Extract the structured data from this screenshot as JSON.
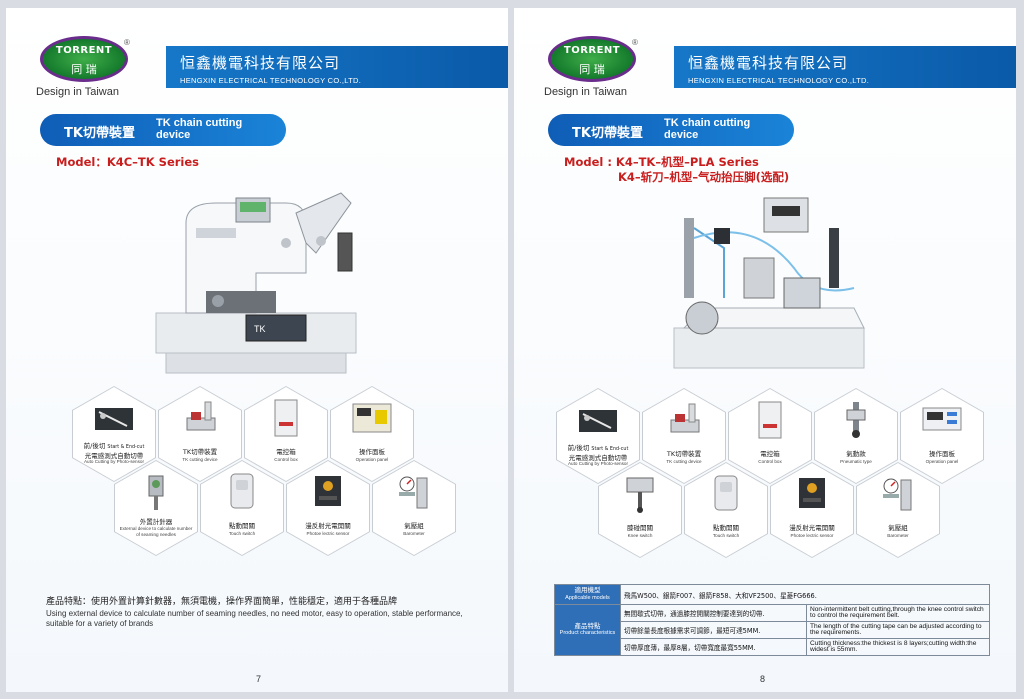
{
  "brand": {
    "logo_top": "TORRENT",
    "logo_bottom": "同  瑞",
    "registered": "®",
    "tagline": "Design in Taiwan"
  },
  "header": {
    "cn": "恒鑫機電科技有限公司",
    "en": "HENGXIN ELECTRICAL TECHNOLOGY CO.,LTD."
  },
  "left": {
    "banner_cn": "TK切帶裝置",
    "banner_en_line1": "TK chain cutting",
    "banner_en_line2": "device",
    "model": "Model：K4C–TK Series",
    "hexes": [
      {
        "cn1": "前/後切",
        "cn1b": "Start & End-cut",
        "cn2": "光電感測式自動切帶",
        "en": "Auto Cutting by Photo‑sensor"
      },
      {
        "cn1": "TK切帶裝置",
        "en": "TK cutting device"
      },
      {
        "cn1": "電控箱",
        "en": "Control box"
      },
      {
        "cn1": "操作面板",
        "en": "Operation panel"
      },
      {
        "cn1": "外置計針器",
        "en": "External device to calculate number of seaming needles"
      },
      {
        "cn1": "點動開關",
        "en": "Touch switch"
      },
      {
        "cn1": "漫反射光電開關",
        "en": "Photoe lectric sensor"
      },
      {
        "cn1": "氣壓組",
        "en": "Barometer"
      }
    ],
    "features_cn": "產品特點：使用外置計算針數器，無須電機，操作界面簡單，性能穩定，適用于各種品牌",
    "features_en": "Using external device to calculate number of seaming needles,  no need motor, easy to operation, stable performance, suitable for a variety of brands",
    "page_number": "7"
  },
  "right": {
    "banner_cn": "TK切帶裝置",
    "banner_en_line1": "TK chain cutting",
    "banner_en_line2": "device",
    "model_line1": "Model : K4–TK–机型–PLA Series",
    "model_line2": "K4–斩刀–机型–气动抬压脚(选配)",
    "hexes": [
      {
        "cn1": "前/後切",
        "cn1b": "Start & End-cut",
        "cn2": "光電感測式自動切帶",
        "en": "Auto Cutting by Photo‑sensor"
      },
      {
        "cn1": "TK切帶裝置",
        "en": "TK cutting device"
      },
      {
        "cn1": "電控箱",
        "en": "Control box"
      },
      {
        "cn1": "氣動款",
        "en": "Pneumatic type"
      },
      {
        "cn1": "操作面板",
        "en": "Operation panel"
      },
      {
        "cn1": "膝碰開關",
        "en": "Knee switch"
      },
      {
        "cn1": "點動開關",
        "en": "Touch switch"
      },
      {
        "cn1": "漫反射光電開關",
        "en": "Photoe lectric sensor"
      },
      {
        "cn1": "氣壓組",
        "en": "Barometer"
      }
    ],
    "spec": {
      "label1_cn": "適用機型",
      "label1_en": "Applicable models",
      "row1": "飛馬W500、銀箭F007、銀箭F858、大和VF2500、星菱FG666.",
      "label2_cn": "產品特點",
      "label2_en": "Product characteristics",
      "row2_cn": "無間歇式切帶，通過膝控開關控制要達到的切帶.",
      "row2_en": "Non‑intermittent belt cutting,through the knee control switch to control the requirement belt.",
      "row3_cn": "切帶餘量長度根據需求可調節，最短可達5MM.",
      "row3_en": "The length of the cutting tape can be adjusted according to the requirements.",
      "row4_cn": "切帶厚度薄，最厚8層，切帶寬度最寬55MM.",
      "row4_en": "Cutting thickness:the thickest is 8 layers;cutting width:the widest is 55mm."
    },
    "page_number": "8"
  }
}
